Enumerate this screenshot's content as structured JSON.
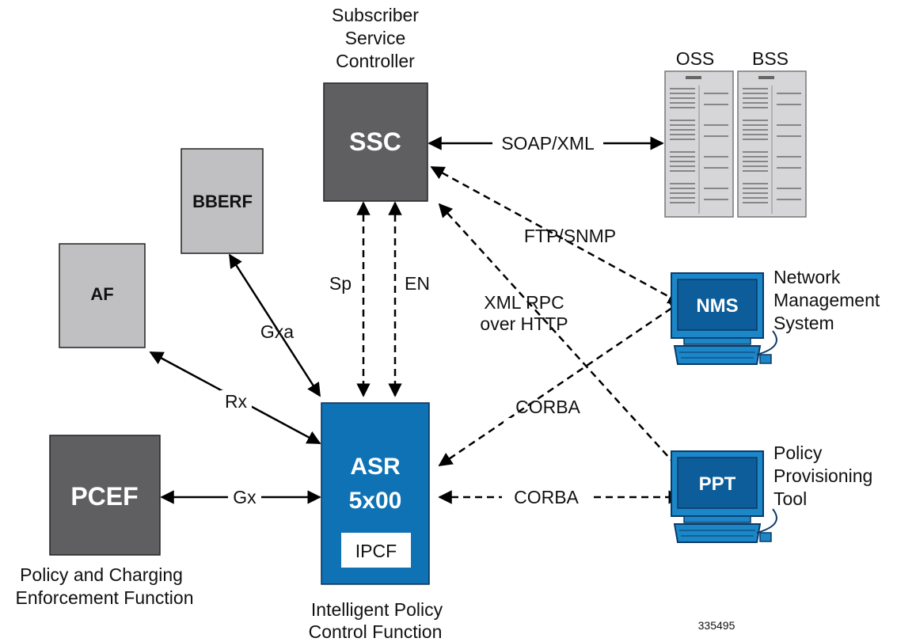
{
  "nodes": {
    "ssc": {
      "label": "SSC",
      "caption_lines": [
        "Subscriber",
        "Service",
        "Controller"
      ]
    },
    "bberf": {
      "label": "BBERF"
    },
    "af": {
      "label": "AF"
    },
    "pcef": {
      "label": "PCEF",
      "caption_lines": [
        "Policy and Charging",
        "Enforcement Function"
      ]
    },
    "asr": {
      "label_lines": [
        "ASR",
        "5x00"
      ],
      "inner_label": "IPCF",
      "caption_lines": [
        "Intelligent Policy",
        "Control Function"
      ]
    },
    "oss": {
      "label": "OSS"
    },
    "bss": {
      "label": "BSS"
    },
    "nms": {
      "label": "NMS",
      "caption_lines": [
        "Network",
        "Management",
        "System"
      ]
    },
    "ppt": {
      "label": "PPT",
      "caption_lines": [
        "Policy",
        "Provisioning",
        "Tool"
      ]
    }
  },
  "edges": {
    "soap": "SOAP/XML",
    "ftp": "FTP/SNMP",
    "sp": "Sp",
    "en": "EN",
    "xmlrpc_lines": [
      "XML RPC",
      "over HTTP"
    ],
    "gxa": "Gxa",
    "rx": "Rx",
    "gx": "Gx",
    "corba_nms": "CORBA",
    "corba_ppt": "CORBA"
  },
  "figure_id": "335495",
  "colors": {
    "dark_gray": "#5f5f61",
    "light_gray": "#c0c0c2",
    "blue": "#0e72b5",
    "terminal_blue": "#1b86c8"
  }
}
